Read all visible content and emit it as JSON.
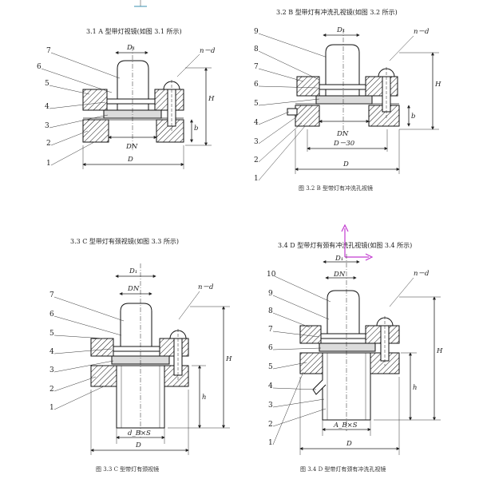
{
  "figure_a": {
    "heading": "3.1   A 型带灯视镜(如图 3.1 所示)",
    "part_numbers": [
      "7",
      "6",
      "5",
      "4",
      "3",
      "2",
      "1"
    ],
    "dims": {
      "d1": "D₁",
      "nd": "n－d",
      "h": "H",
      "b": "b",
      "dn": "DN",
      "d": "D"
    }
  },
  "figure_b": {
    "heading": "3.2   B 型带灯有冲洗孔视镜(如图 3.2 所示)",
    "part_numbers": [
      "9",
      "8",
      "7",
      "6",
      "5",
      "4",
      "3",
      "2",
      "1"
    ],
    "dims": {
      "d1": "D₁",
      "nd": "n－d",
      "h": "H",
      "b": "b",
      "dn": "DN",
      "d30": "D－30",
      "d": "D"
    },
    "caption": "图 3.2   B 型带灯有冲洗孔视镜"
  },
  "figure_c": {
    "heading": "3.3   C 型带灯有颈视镜(如图 3.3 所示)",
    "part_numbers": [
      "7",
      "6",
      "5",
      "4",
      "3",
      "2",
      "1"
    ],
    "dims": {
      "d1": "D₁",
      "dn": "DN",
      "nd": "n－d",
      "h": "H",
      "h2": "h",
      "dns": "d_B×S",
      "d": "D"
    },
    "caption": "图 3.3   C 型带灯有颈视镜"
  },
  "figure_d": {
    "heading": "3.4   D 型带灯有颈有冲洗孔视镜(如图 3.4 所示)",
    "part_numbers": [
      "10",
      "9",
      "8",
      "7",
      "6",
      "5",
      "4",
      "3",
      "2",
      "1"
    ],
    "dims": {
      "d1": "D₁",
      "dn": "DN",
      "nd": "n－d",
      "h": "H",
      "h2": "h",
      "dns": "A_B×S",
      "d": "D"
    },
    "caption": "图 3.4   D 型带灯有颈有冲洗孔视镜"
  }
}
